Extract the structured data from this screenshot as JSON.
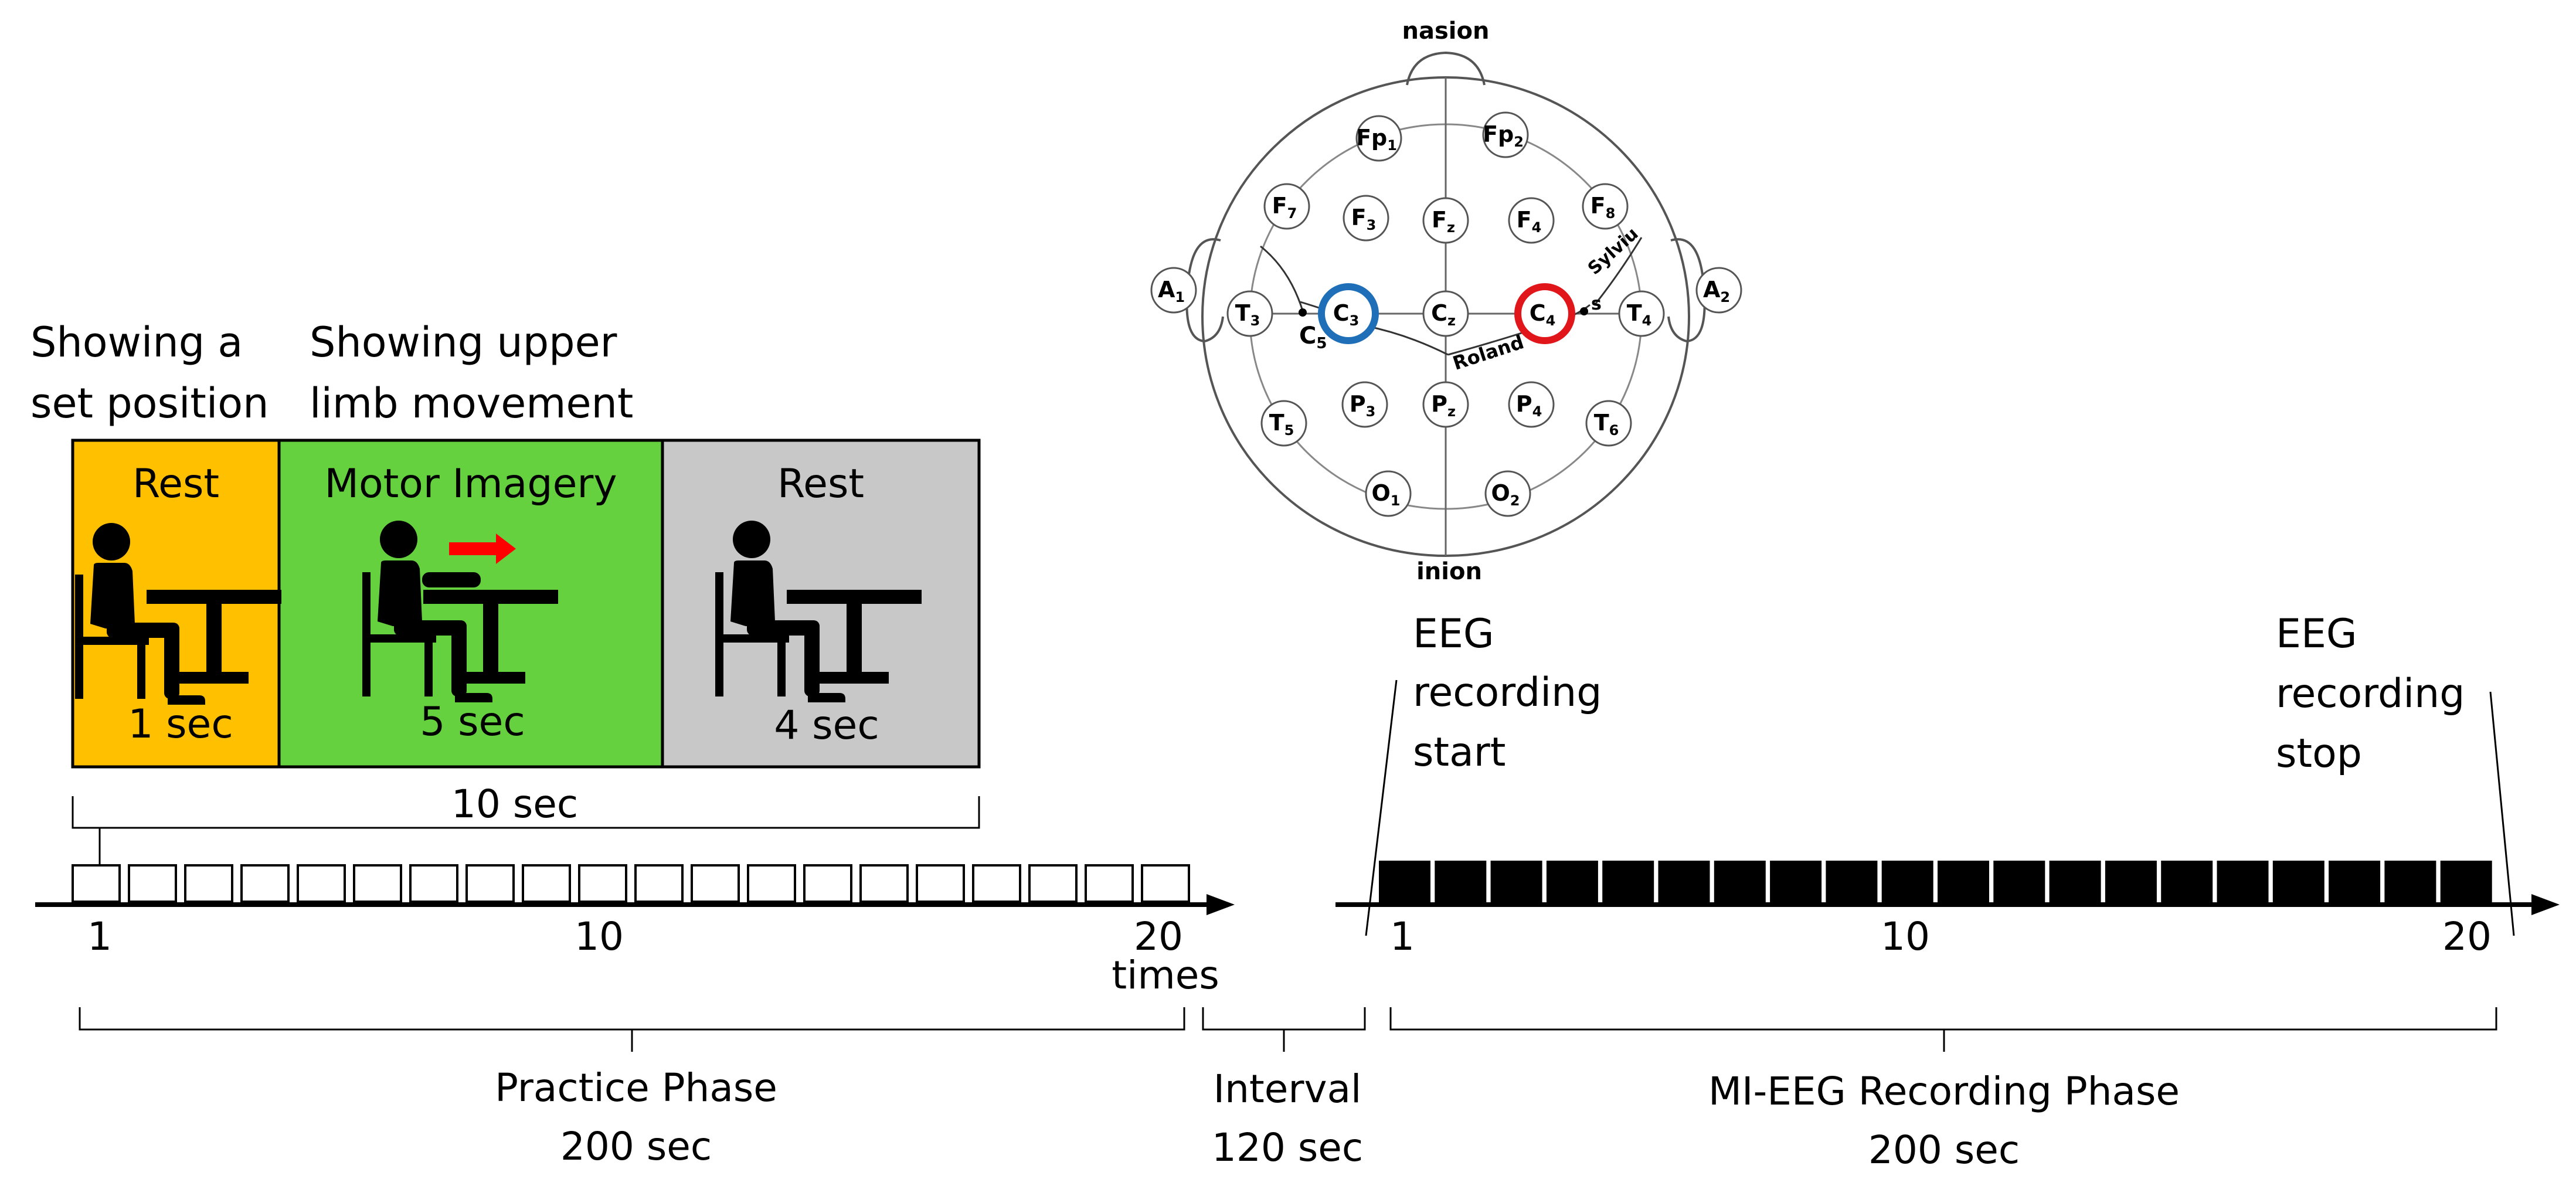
{
  "left_labels": {
    "set_position_line1": "Showing a",
    "set_position_line2": "set position",
    "upper_limb_line1": "Showing upper",
    "upper_limb_line2": "limb movement"
  },
  "blocks": [
    {
      "label": "Rest",
      "duration": "1 sec",
      "color": "#FFC000"
    },
    {
      "label": "Motor Imagery",
      "duration": "5 sec",
      "color": "#66D13E"
    },
    {
      "label": "Rest",
      "duration": "4 sec",
      "color": "#C8C8C8"
    }
  ],
  "trial_length": "10 sec",
  "practice": {
    "tick_labels": [
      "1",
      "10",
      "20"
    ],
    "axis_unit": "times",
    "phase_name": "Practice Phase",
    "phase_duration": "200 sec"
  },
  "interval": {
    "name": "Interval",
    "duration": "120 sec"
  },
  "recording": {
    "tick_labels": [
      "1",
      "10",
      "20"
    ],
    "phase_name": "MI-EEG Recording Phase",
    "phase_duration": "200 sec",
    "start_line1": "EEG",
    "start_line2": "recording",
    "start_line3": "start",
    "stop_line1": "EEG",
    "stop_line2": "recording",
    "stop_line3": "stop"
  },
  "eeg_map": {
    "nasion": "nasion",
    "inion": "inion",
    "roland": "Roland",
    "sylvius_line1": "Sylviu",
    "sylvius_line2": "s",
    "c5": "C",
    "c5_sub": "5",
    "electrodes": [
      {
        "base": "Fp",
        "sub": "1",
        "highlight": ""
      },
      {
        "base": "Fp",
        "sub": "2",
        "highlight": ""
      },
      {
        "base": "F",
        "sub": "7",
        "highlight": ""
      },
      {
        "base": "F",
        "sub": "3",
        "highlight": ""
      },
      {
        "base": "F",
        "sub": "z",
        "highlight": ""
      },
      {
        "base": "F",
        "sub": "4",
        "highlight": ""
      },
      {
        "base": "F",
        "sub": "8",
        "highlight": ""
      },
      {
        "base": "A",
        "sub": "1",
        "highlight": ""
      },
      {
        "base": "T",
        "sub": "3",
        "highlight": ""
      },
      {
        "base": "C",
        "sub": "3",
        "highlight": "#1F6FB8"
      },
      {
        "base": "C",
        "sub": "z",
        "highlight": ""
      },
      {
        "base": "C",
        "sub": "4",
        "highlight": "#E0161B"
      },
      {
        "base": "T",
        "sub": "4",
        "highlight": ""
      },
      {
        "base": "A",
        "sub": "2",
        "highlight": ""
      },
      {
        "base": "T",
        "sub": "5",
        "highlight": ""
      },
      {
        "base": "P",
        "sub": "3",
        "highlight": ""
      },
      {
        "base": "P",
        "sub": "z",
        "highlight": ""
      },
      {
        "base": "P",
        "sub": "4",
        "highlight": ""
      },
      {
        "base": "T",
        "sub": "6",
        "highlight": ""
      },
      {
        "base": "O",
        "sub": "1",
        "highlight": ""
      },
      {
        "base": "O",
        "sub": "2",
        "highlight": ""
      }
    ]
  },
  "colors": {
    "set_position_text": "#D4A017",
    "upper_limb_text": "#00B050",
    "arrow": "#FF0000",
    "c3_ring": "#1F6FB8",
    "c4_ring": "#E0161B"
  }
}
